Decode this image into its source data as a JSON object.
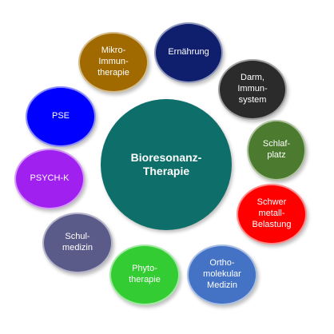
{
  "diagram": {
    "center": {
      "label": "Bioresonanz-\nTherapie",
      "color": "#0e6e69"
    },
    "satellites": [
      {
        "id": "ernaehrung",
        "label": "Ernährung",
        "color": "#0f1f6e",
        "text_color": "#ffffff"
      },
      {
        "id": "darm",
        "label": "Darm,\nImmun-\nsystem",
        "color": "#2b2b2b",
        "text_color": "#ffffff"
      },
      {
        "id": "schlafplatz",
        "label": "Schlaf-\nplatz",
        "color": "#4c7a2e",
        "text_color": "#ffffff"
      },
      {
        "id": "schwermetall",
        "label": "Schwer\nmetall-\nBelastung",
        "color": "#ff0000",
        "text_color": "#ffffff"
      },
      {
        "id": "orthomolekular",
        "label": "Ortho-\nmolekular\nMedizin",
        "color": "#4472c4",
        "text_color": "#ffffff"
      },
      {
        "id": "phytotherapie",
        "label": "Phyto-\ntherapie",
        "color": "#33cc33",
        "text_color": "#ffffff"
      },
      {
        "id": "schulmedizin",
        "label": "Schul-\nmedizin",
        "color": "#5b5b8a",
        "text_color": "#ffffff"
      },
      {
        "id": "psychk",
        "label": "PSYCH-K",
        "color": "#a020f0",
        "text_color": "#ffffff"
      },
      {
        "id": "pse",
        "label": "PSE",
        "color": "#0000ff",
        "text_color": "#ffffff"
      },
      {
        "id": "mikroimmuntherapie",
        "label": "Mikro-\nImmun-\ntherapie",
        "color": "#a06a00",
        "text_color": "#ffffff"
      }
    ]
  }
}
